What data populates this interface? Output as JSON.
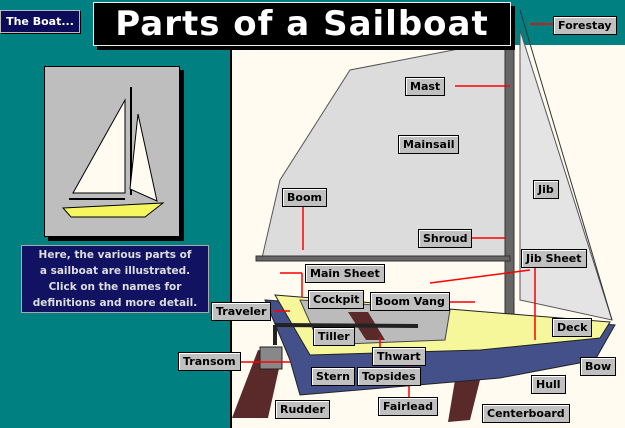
{
  "nav": {
    "boat_button": "The Boat..."
  },
  "title": "Parts of a Sailboat",
  "description": [
    "Here, the various parts of",
    "a sailboat are illustrated.",
    "Click on the names for",
    "definitions and more detail."
  ],
  "labels": {
    "forestay": "Forestay",
    "mast": "Mast",
    "mainsail": "Mainsail",
    "jib": "Jib",
    "boom": "Boom",
    "shroud": "Shroud",
    "jib_sheet": "Jib Sheet",
    "main_sheet": "Main Sheet",
    "cockpit": "Cockpit",
    "boom_vang": "Boom Vang",
    "traveler": "Traveler",
    "deck": "Deck",
    "tiller": "Tiller",
    "transom": "Transom",
    "thwart": "Thwart",
    "stern": "Stern",
    "topsides": "Topsides",
    "bow": "Bow",
    "hull": "Hull",
    "rudder": "Rudder",
    "fairlead": "Fairlead",
    "centerboard": "Centerboard"
  },
  "colors": {
    "background": "#008080",
    "panel": "#fffbf0",
    "hull": "#44508a",
    "deck": "#f6f69a",
    "arrow": "#ff0000",
    "label": "#c0c0c0"
  }
}
